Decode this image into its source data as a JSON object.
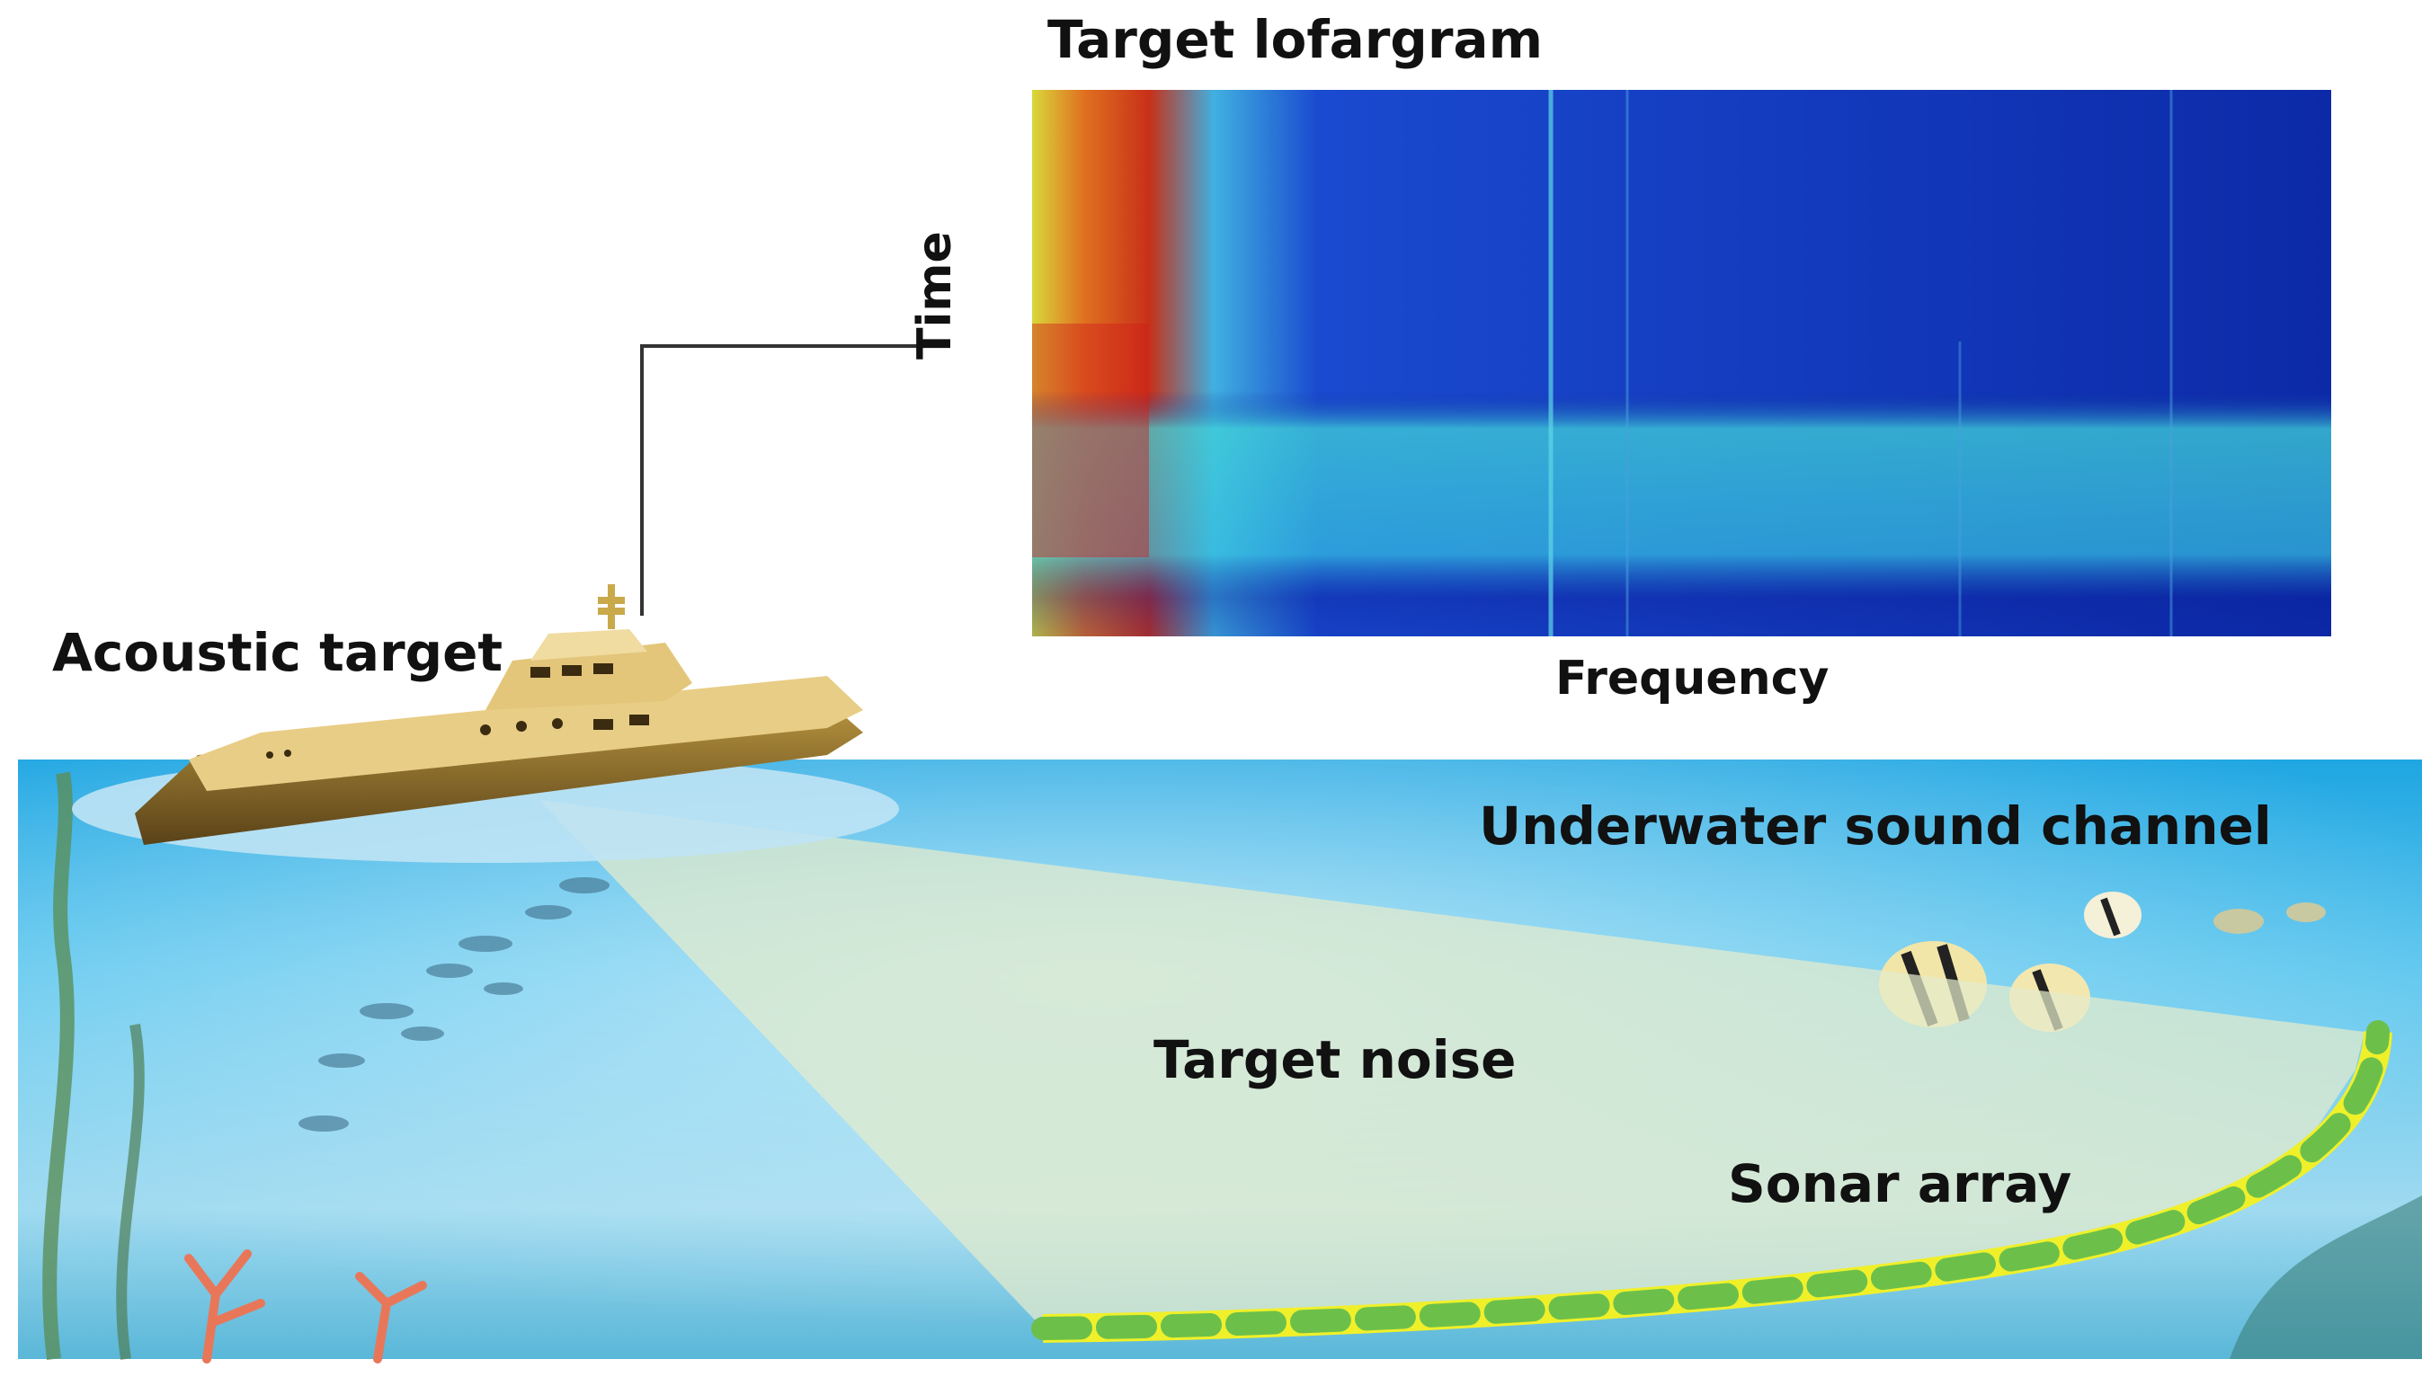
{
  "labels": {
    "lofargram_title": "Target lofargram",
    "acoustic_target": "Acoustic target",
    "time_axis": "Time",
    "frequency_axis": "Frequency",
    "sound_channel": "Underwater sound channel",
    "target_noise": "Target noise",
    "sonar_array": "Sonar array"
  },
  "colors": {
    "water_top": "#35b6e8",
    "water_bottom": "#a9ddec",
    "beam": "#e6eccd",
    "ship_hull": "#6e5420",
    "ship_deck": "#e3c67a",
    "array_yellow": "#f0f02a",
    "array_green": "#6cc04a",
    "spectrogram_low": "#0a1f9a",
    "spectrogram_high": "#d0201a"
  }
}
